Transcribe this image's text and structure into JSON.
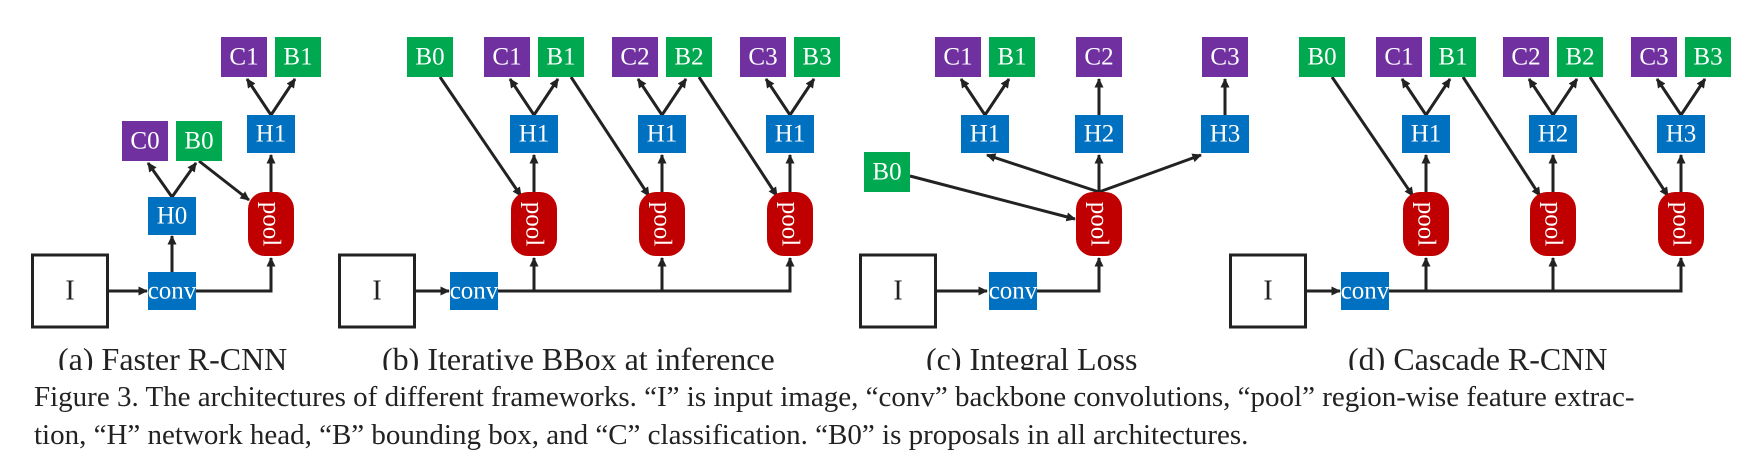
{
  "colors": {
    "classification": "#7030a0",
    "box": "#00a94f",
    "head": "#0070c0",
    "pool": "#c00000",
    "line": "#222222"
  },
  "panels": [
    {
      "caption": "(a) Faster R-CNN",
      "nodes": [
        {
          "key": "I",
          "label": "I",
          "kind": "input"
        },
        {
          "key": "conv",
          "label": "conv",
          "kind": "head"
        },
        {
          "key": "H0",
          "label": "H0",
          "kind": "head"
        },
        {
          "key": "C0",
          "label": "C0",
          "kind": "classification"
        },
        {
          "key": "B0",
          "label": "B0",
          "kind": "box"
        },
        {
          "key": "pool",
          "label": "pool",
          "kind": "pool"
        },
        {
          "key": "H1",
          "label": "H1",
          "kind": "head"
        },
        {
          "key": "C1",
          "label": "C1",
          "kind": "classification"
        },
        {
          "key": "B1",
          "label": "B1",
          "kind": "box"
        }
      ]
    },
    {
      "caption": "(b) Iterative BBox at inference",
      "nodes": [
        {
          "key": "I",
          "label": "I",
          "kind": "input"
        },
        {
          "key": "conv",
          "label": "conv",
          "kind": "head"
        },
        {
          "key": "B0",
          "label": "B0",
          "kind": "box"
        },
        {
          "key": "pool1",
          "label": "pool",
          "kind": "pool"
        },
        {
          "key": "H1a",
          "label": "H1",
          "kind": "head"
        },
        {
          "key": "C1",
          "label": "C1",
          "kind": "classification"
        },
        {
          "key": "B1",
          "label": "B1",
          "kind": "box"
        },
        {
          "key": "pool2",
          "label": "pool",
          "kind": "pool"
        },
        {
          "key": "H1b",
          "label": "H1",
          "kind": "head"
        },
        {
          "key": "C2",
          "label": "C2",
          "kind": "classification"
        },
        {
          "key": "B2",
          "label": "B2",
          "kind": "box"
        },
        {
          "key": "pool3",
          "label": "pool",
          "kind": "pool"
        },
        {
          "key": "H1c",
          "label": "H1",
          "kind": "head"
        },
        {
          "key": "C3",
          "label": "C3",
          "kind": "classification"
        },
        {
          "key": "B3",
          "label": "B3",
          "kind": "box"
        }
      ]
    },
    {
      "caption": "(c) Integral Loss",
      "nodes": [
        {
          "key": "I",
          "label": "I",
          "kind": "input"
        },
        {
          "key": "conv",
          "label": "conv",
          "kind": "head"
        },
        {
          "key": "B0",
          "label": "B0",
          "kind": "box"
        },
        {
          "key": "pool",
          "label": "pool",
          "kind": "pool"
        },
        {
          "key": "H1",
          "label": "H1",
          "kind": "head"
        },
        {
          "key": "H2",
          "label": "H2",
          "kind": "head"
        },
        {
          "key": "H3",
          "label": "H3",
          "kind": "head"
        },
        {
          "key": "C1",
          "label": "C1",
          "kind": "classification"
        },
        {
          "key": "B1",
          "label": "B1",
          "kind": "box"
        },
        {
          "key": "C2",
          "label": "C2",
          "kind": "classification"
        },
        {
          "key": "C3",
          "label": "C3",
          "kind": "classification"
        }
      ]
    },
    {
      "caption": "(d) Cascade R-CNN",
      "nodes": [
        {
          "key": "I",
          "label": "I",
          "kind": "input"
        },
        {
          "key": "conv",
          "label": "conv",
          "kind": "head"
        },
        {
          "key": "B0",
          "label": "B0",
          "kind": "box"
        },
        {
          "key": "pool1",
          "label": "pool",
          "kind": "pool"
        },
        {
          "key": "H1",
          "label": "H1",
          "kind": "head"
        },
        {
          "key": "C1",
          "label": "C1",
          "kind": "classification"
        },
        {
          "key": "B1",
          "label": "B1",
          "kind": "box"
        },
        {
          "key": "pool2",
          "label": "pool",
          "kind": "pool"
        },
        {
          "key": "H2",
          "label": "H2",
          "kind": "head"
        },
        {
          "key": "C2",
          "label": "C2",
          "kind": "classification"
        },
        {
          "key": "B2",
          "label": "B2",
          "kind": "box"
        },
        {
          "key": "pool3",
          "label": "pool",
          "kind": "pool"
        },
        {
          "key": "H3",
          "label": "H3",
          "kind": "head"
        },
        {
          "key": "C3",
          "label": "C3",
          "kind": "classification"
        },
        {
          "key": "B3",
          "label": "B3",
          "kind": "box"
        }
      ]
    }
  ],
  "figure_caption": {
    "line1": "Figure 3. The architectures of different frameworks. “I” is input image, “conv” backbone convolutions, “pool” region-wise feature extrac-",
    "line2": "tion, “H” network head, “B” bounding box, and “C” classification. “B0” is proposals in all architectures."
  }
}
